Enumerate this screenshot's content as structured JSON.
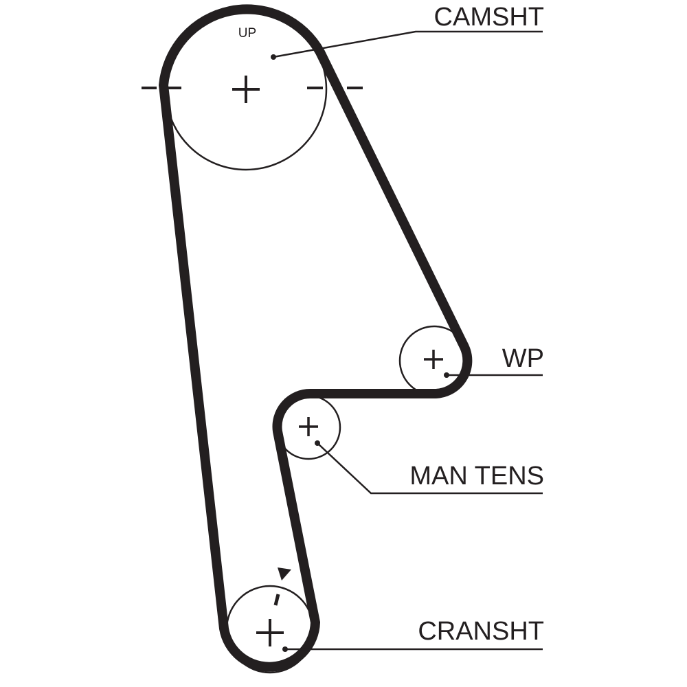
{
  "labels": {
    "camshaft": "CAMSHT",
    "up": "UP",
    "water_pump": "WP",
    "manual_tensioner": "MAN TENS",
    "crankshaft": "CRANSHT"
  },
  "colors": {
    "ink": "#231f20",
    "background": "#ffffff"
  }
}
